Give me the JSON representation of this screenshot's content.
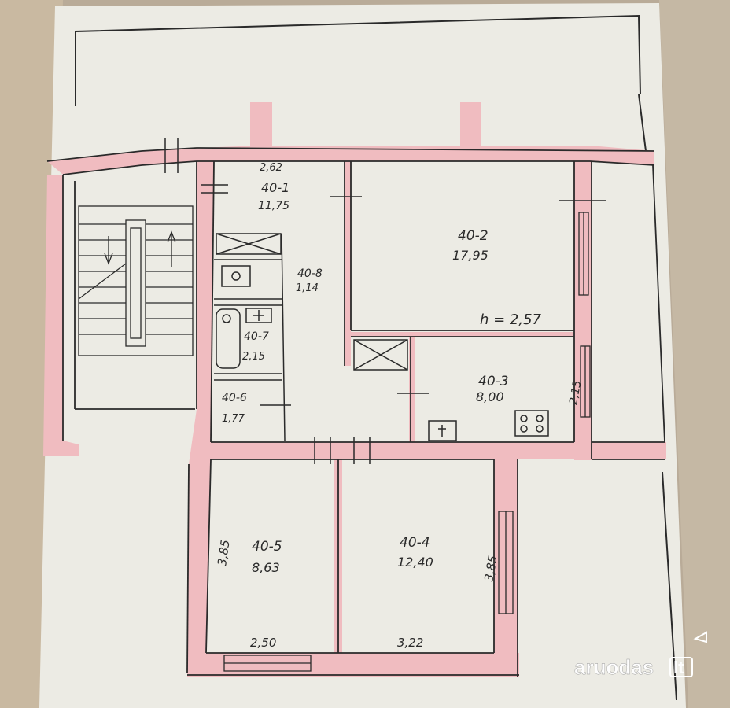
{
  "colors": {
    "paper": "#ecebe4",
    "wall": "#f0bcc0",
    "ink": "#2a2a2a",
    "cover": "#c7b9a3",
    "watermark": "#ffffff"
  },
  "rooms": [
    {
      "id": "40-1",
      "code": "40-1",
      "area": "11,75"
    },
    {
      "id": "40-2",
      "code": "40-2",
      "area": "17,95"
    },
    {
      "id": "40-3",
      "code": "40-3",
      "area": "8,00"
    },
    {
      "id": "40-4",
      "code": "40-4",
      "area": "12,40"
    },
    {
      "id": "40-5",
      "code": "40-5",
      "area": "8,63"
    },
    {
      "id": "40-6",
      "code": "40-6",
      "area": "1,77"
    },
    {
      "id": "40-7",
      "code": "40-7",
      "area": "2,15"
    },
    {
      "id": "40-8",
      "code": "40-8",
      "area": "1,14"
    }
  ],
  "dimensions": {
    "top_width": "2,62",
    "ceiling_height": "h = 2,57",
    "kitchen_side": "2,15",
    "room5_height": "3,85",
    "room4_height": "3,85",
    "room5_width": "2,50",
    "room4_width": "3,22"
  },
  "watermark": {
    "brand": "aruodas",
    "tld": "lt"
  }
}
